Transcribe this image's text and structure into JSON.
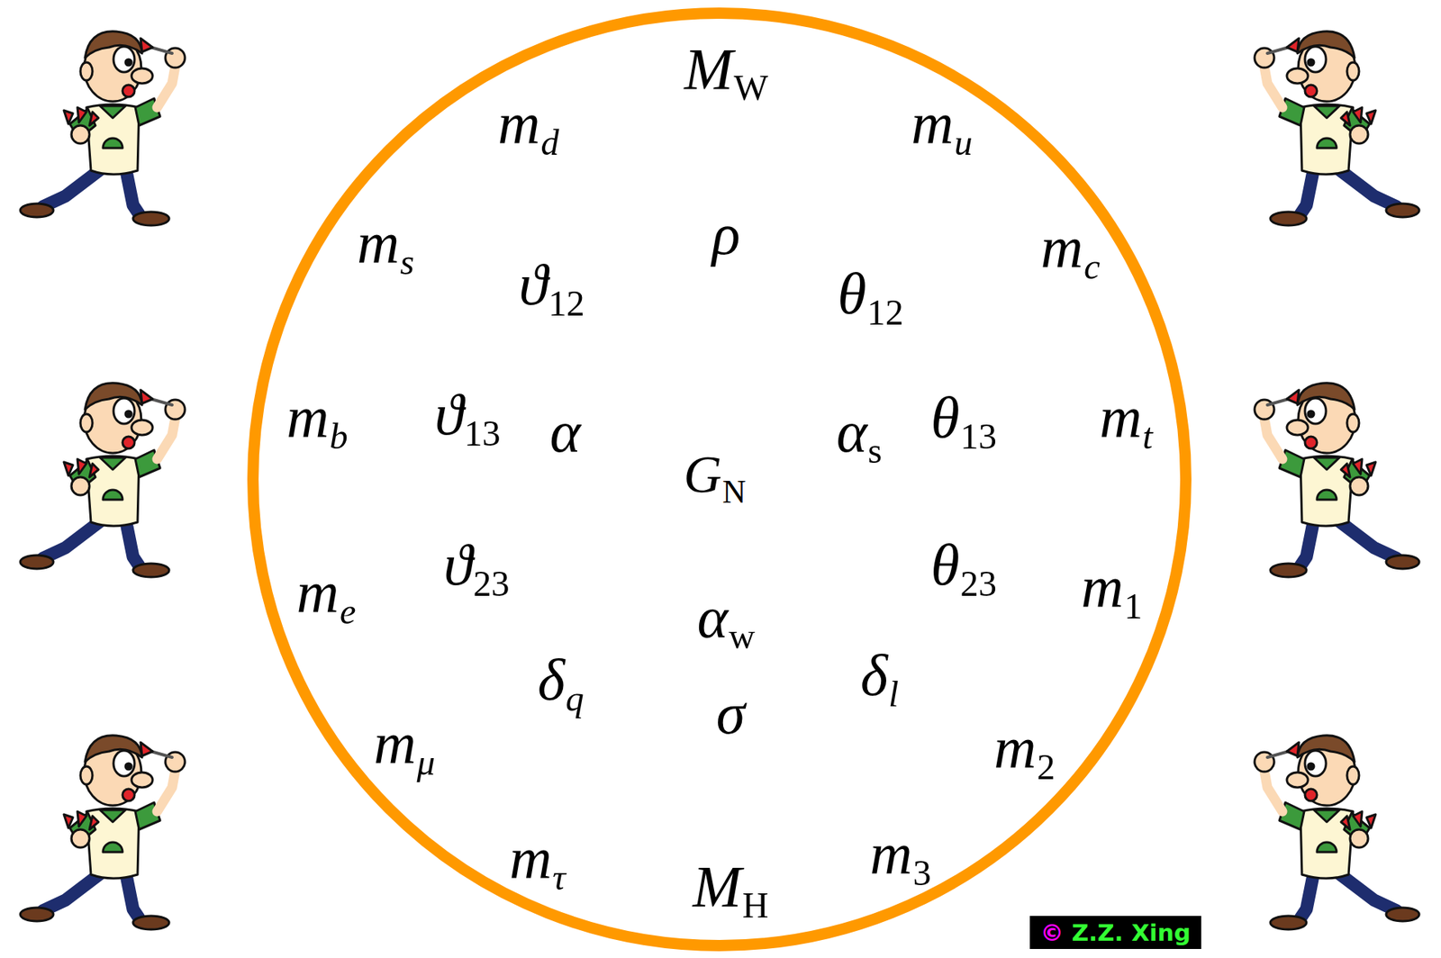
{
  "diagram": {
    "nodes": [
      {
        "text": [
          "MW",
          "mu",
          "mc",
          "mt",
          "m1",
          "m2",
          "m3",
          "MH",
          "mτ",
          "mμ",
          "me",
          "mb",
          "ms",
          "md",
          "ρ",
          "θ12",
          "θ13",
          "θ23",
          "δl",
          "σ",
          "δq",
          "ϑ23",
          "ϑ13",
          "ϑ12"
        ]
      },
      {
        "text": [
          "α",
          "αs",
          "αw"
        ],
        "in": 0
      },
      {
        "text": [
          "GN"
        ],
        "in": 1
      },
      {
        "text": [
          "© Z.Z. Xing"
        ]
      }
    ]
  }
}
